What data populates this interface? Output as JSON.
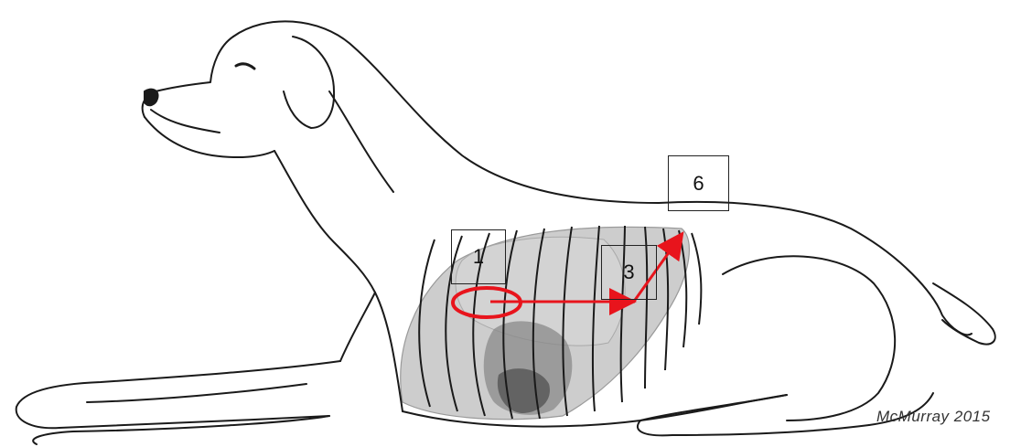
{
  "diagram": {
    "labels": {
      "box_1": "1",
      "box_3": "3",
      "box_6": "6"
    },
    "credit": "McMurray 2015"
  },
  "colors": {
    "outline": "#1a1a1a",
    "lung_fill": "#c4c4c4",
    "heart_fill": "#8a8a8a",
    "heart_dark": "#555555",
    "indicator": "#e8141c"
  }
}
